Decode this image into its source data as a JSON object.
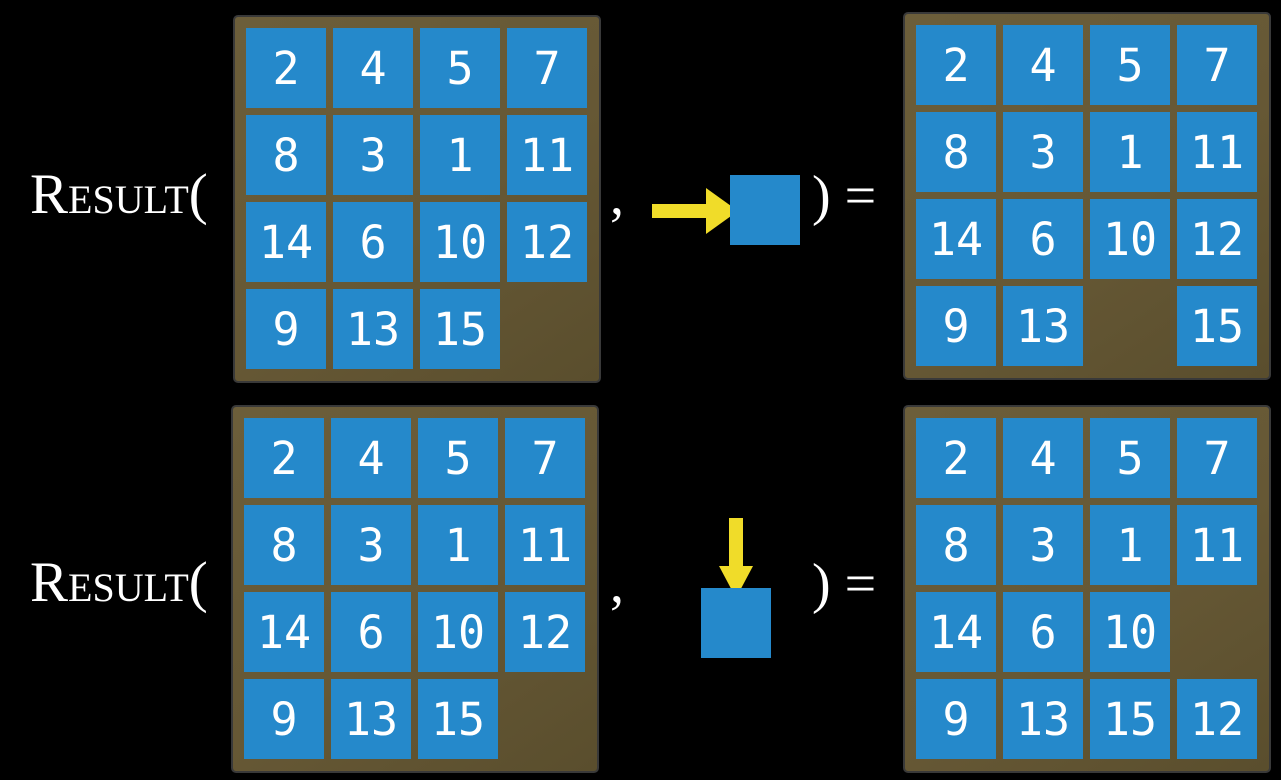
{
  "colors": {
    "background": "#000000",
    "tile_blue": "#2589cb",
    "frame_brown": "#665835",
    "arrow_yellow": "#f0dc29",
    "text_white": "#ffffff"
  },
  "examples": [
    {
      "function_label": "Result(",
      "comma": ",",
      "action": "move-tile-right",
      "close_equals": ") =",
      "input_grid": [
        [
          "2",
          "4",
          "5",
          "7"
        ],
        [
          "8",
          "3",
          "1",
          "11"
        ],
        [
          "14",
          "6",
          "10",
          "12"
        ],
        [
          "9",
          "13",
          "15",
          ""
        ]
      ],
      "output_grid": [
        [
          "2",
          "4",
          "5",
          "7"
        ],
        [
          "8",
          "3",
          "1",
          "11"
        ],
        [
          "14",
          "6",
          "10",
          "12"
        ],
        [
          "9",
          "13",
          "",
          "15"
        ]
      ]
    },
    {
      "function_label": "Result(",
      "comma": ",",
      "action": "move-tile-down",
      "close_equals": ") =",
      "input_grid": [
        [
          "2",
          "4",
          "5",
          "7"
        ],
        [
          "8",
          "3",
          "1",
          "11"
        ],
        [
          "14",
          "6",
          "10",
          "12"
        ],
        [
          "9",
          "13",
          "15",
          ""
        ]
      ],
      "output_grid": [
        [
          "2",
          "4",
          "5",
          "7"
        ],
        [
          "8",
          "3",
          "1",
          "11"
        ],
        [
          "14",
          "6",
          "10",
          ""
        ],
        [
          "9",
          "13",
          "15",
          "12"
        ]
      ]
    }
  ]
}
